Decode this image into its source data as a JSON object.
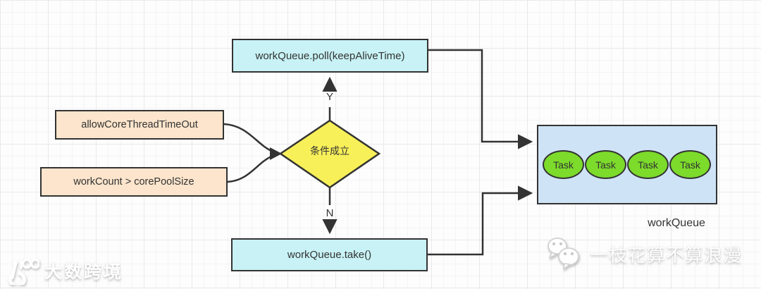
{
  "diagram": {
    "poll_box": {
      "label": "workQueue.poll(keepAliveTime)",
      "fill": "#c8f2f5"
    },
    "take_box": {
      "label": "workQueue.take()",
      "fill": "#c8f2f5"
    },
    "allow_box": {
      "label": "allowCoreThreadTimeOut",
      "fill": "#fce5cc"
    },
    "workcount_box": {
      "label": "workCount > corePoolSize",
      "fill": "#fce5cc"
    },
    "condition_diamond": {
      "label": "条件成立",
      "fill": "#f8f059"
    },
    "branch_yes_label": "Y",
    "branch_no_label": "N",
    "work_queue": {
      "label": "workQueue",
      "fill": "#cfe3f6",
      "task_fill": "#7cdb2b",
      "tasks": [
        "Task",
        "Task",
        "Task",
        "Task"
      ]
    },
    "line_color": "#333333"
  },
  "watermarks": {
    "left_logo_icon": "100ec-logo",
    "left_text": "大数跨境",
    "right_logo_icon": "wechat-logo",
    "right_text": "一枝花算不算浪漫"
  }
}
